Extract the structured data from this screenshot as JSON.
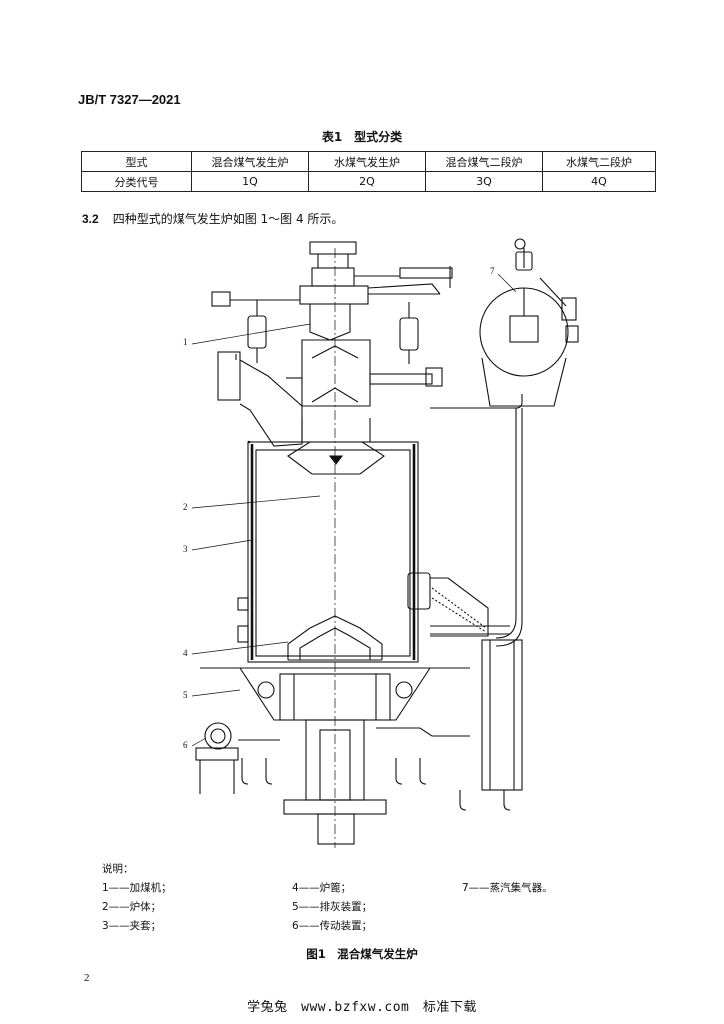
{
  "header": {
    "standard_code": "JB/T 7327—2021"
  },
  "table": {
    "caption": "表1　型式分类",
    "rows": [
      [
        "型式",
        "混合煤气发生炉",
        "水煤气发生炉",
        "混合煤气二段炉",
        "水煤气二段炉"
      ],
      [
        "分类代号",
        "1Q",
        "2Q",
        "3Q",
        "4Q"
      ]
    ]
  },
  "section": {
    "number": "3.2",
    "text": "四种型式的煤气发生炉如图 1～图 4 所示。"
  },
  "figure": {
    "callouts": [
      "1",
      "2",
      "3",
      "4",
      "5",
      "6",
      "7"
    ],
    "caption": "图1　混合煤气发生炉"
  },
  "legend": {
    "title": "说明：",
    "items": [
      "1——加煤机；",
      "4——炉篦；",
      "7——蒸汽集气器。",
      "2——炉体；",
      "5——排灰装置；",
      "3——夹套；",
      "6——传动装置；"
    ]
  },
  "page_number": "2",
  "footer": "学兔兔　www.bzfxw.com　标准下载"
}
